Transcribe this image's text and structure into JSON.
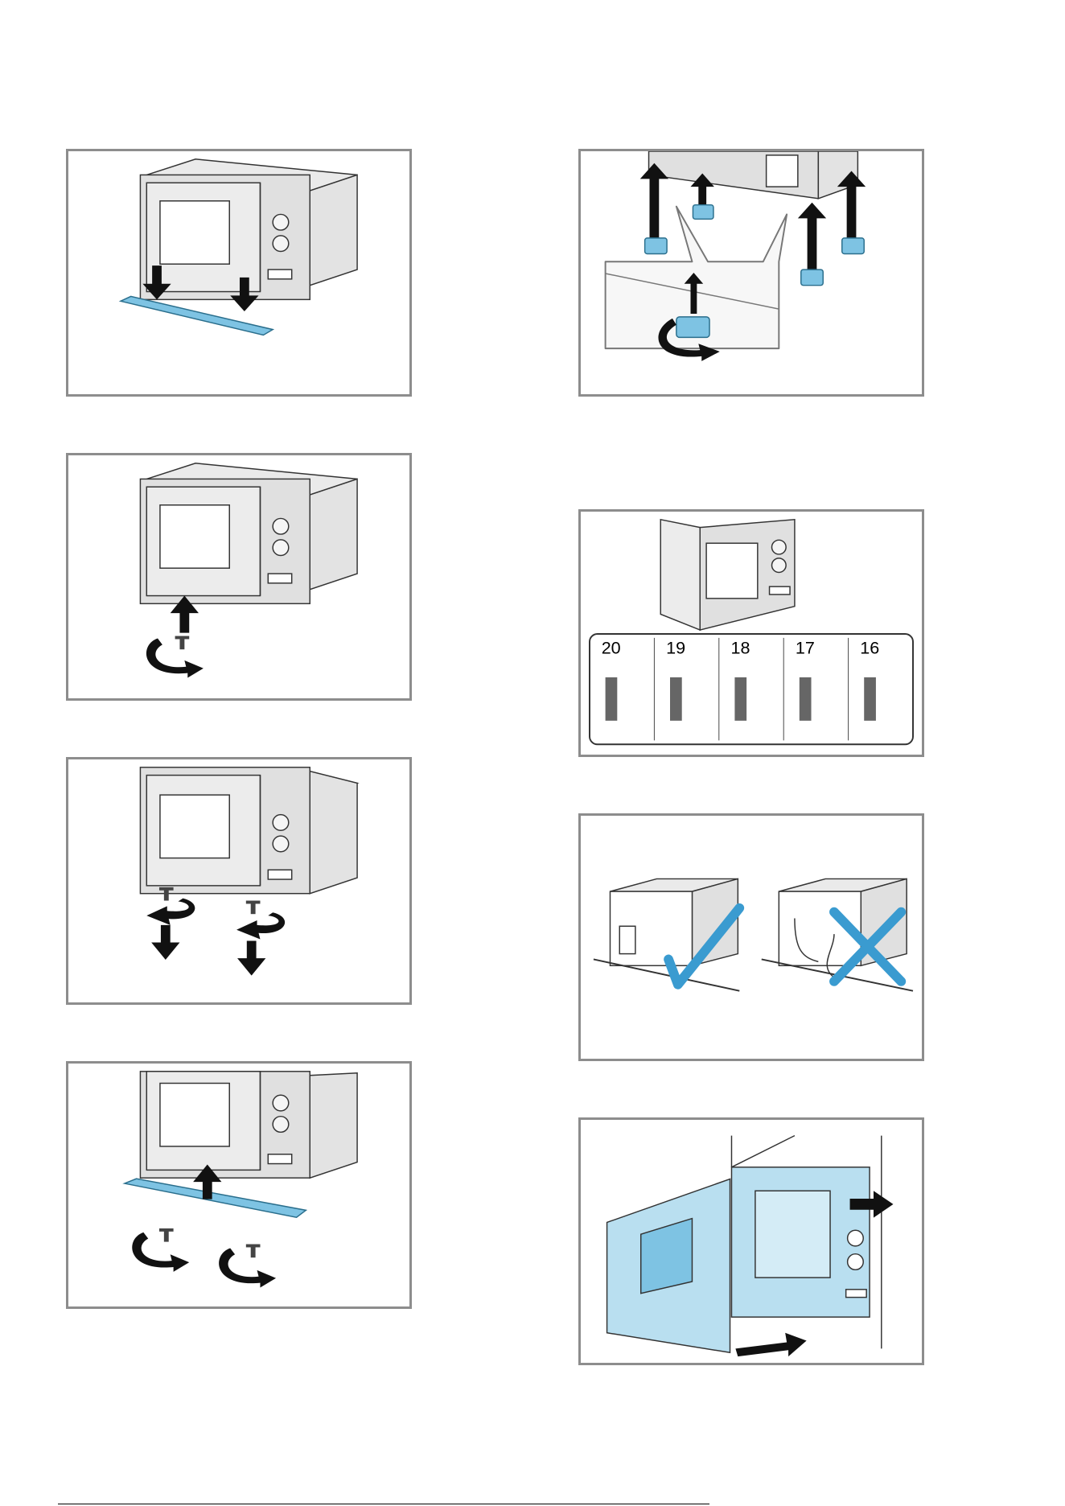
{
  "page": {
    "background": "#ffffff",
    "panel_border_color": "#8d8d8d",
    "part_highlight_color": "#7ec3e3"
  },
  "panels": {
    "L1": {
      "name": "step-remove-bottom-trim",
      "icons": [
        "microwave",
        "down-arrow",
        "trim-strip"
      ]
    },
    "L2": {
      "name": "step-screw-bottom",
      "icons": [
        "microwave",
        "up-arrow",
        "screw",
        "rotate-arrow"
      ]
    },
    "L3": {
      "name": "step-unscrew-feet",
      "icons": [
        "microwave",
        "screw",
        "rotate-arrow",
        "down-arrow"
      ]
    },
    "L4": {
      "name": "step-attach-trim",
      "icons": [
        "microwave",
        "trim-strip",
        "up-arrow",
        "screw",
        "rotate-arrow"
      ]
    },
    "R1": {
      "name": "step-attach-feet",
      "icons": [
        "microwave",
        "foot",
        "up-arrow",
        "rotate-arrow"
      ]
    },
    "R2": {
      "name": "step-side-spacers",
      "icons": [
        "microwave",
        "spacer"
      ]
    },
    "R3": {
      "name": "step-cable-routing",
      "icons": [
        "microwave",
        "check-mark",
        "cross-mark"
      ]
    },
    "R4": {
      "name": "step-insert-appliance",
      "icons": [
        "microwave",
        "open-door",
        "right-arrow"
      ]
    }
  },
  "spacer_sizes": [
    "20",
    "19",
    "18",
    "17",
    "16"
  ]
}
